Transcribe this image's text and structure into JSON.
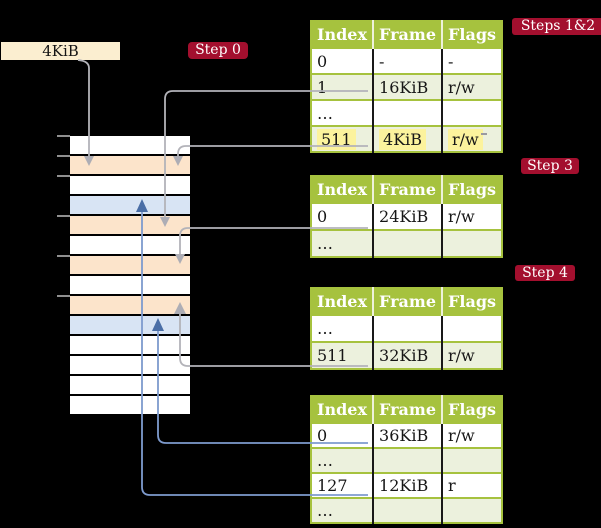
{
  "register": {
    "label": "4KiB"
  },
  "badges": {
    "step0": "Step 0",
    "steps12": "Steps 1&2",
    "step3": "Step 3",
    "step4": "Step 4"
  },
  "tables": [
    {
      "columns": [
        "Index",
        "Frame",
        "Flags"
      ],
      "rows": [
        {
          "cells": [
            "0",
            "-",
            "-"
          ]
        },
        {
          "cells": [
            "1",
            "16KiB",
            "r/w"
          ]
        },
        {
          "cells": [
            "…",
            "",
            ""
          ]
        },
        {
          "cells": [
            "511",
            "4KiB",
            "r/w"
          ],
          "highlight": true
        }
      ]
    },
    {
      "columns": [
        "Index",
        "Frame",
        "Flags"
      ],
      "rows": [
        {
          "cells": [
            "0",
            "24KiB",
            "r/w"
          ]
        },
        {
          "cells": [
            "…",
            "",
            ""
          ]
        }
      ]
    },
    {
      "columns": [
        "Index",
        "Frame",
        "Flags"
      ],
      "rows": [
        {
          "cells": [
            "…",
            "",
            ""
          ]
        },
        {
          "cells": [
            "511",
            "32KiB",
            "r/w"
          ]
        }
      ]
    },
    {
      "columns": [
        "Index",
        "Frame",
        "Flags"
      ],
      "rows": [
        {
          "cells": [
            "0",
            "36KiB",
            "r/w"
          ]
        },
        {
          "cells": [
            "…",
            "",
            ""
          ]
        },
        {
          "cells": [
            "127",
            "12KiB",
            "r"
          ]
        },
        {
          "cells": [
            "…",
            "",
            ""
          ]
        }
      ]
    }
  ],
  "ram": {
    "rows": [
      "white",
      "peach",
      "white",
      "blue",
      "peach",
      "white",
      "peach",
      "white",
      "peach",
      "blue",
      "white",
      "white",
      "white",
      "white"
    ]
  },
  "colors": {
    "table_green": "#a6c23e",
    "row_green": "#ecf1dd",
    "ram_peach": "#fce4cb",
    "ram_blue": "#d8e4f4",
    "register_cream": "#fbeed0",
    "badge_red": "#a30f2e",
    "highlight_yellow": "#fcf39d",
    "line_gray": "#b3b3b9",
    "line_blue": "#7e9bce"
  }
}
